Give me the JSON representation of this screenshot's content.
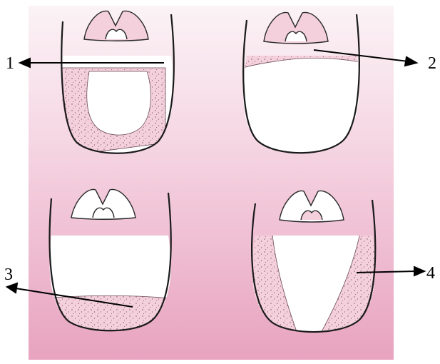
{
  "labels": {
    "one": "1",
    "two": "2",
    "three": "3",
    "four": "4"
  },
  "colors": {
    "background_top": "#fbeff4",
    "background_bottom": "#e9a9c3",
    "tongue_fill": "#ffffff",
    "taste_area_fill": "#f4cfdc",
    "stipple": "#7a5262",
    "outline": "#1a1a1a",
    "arrow": "#000000"
  }
}
